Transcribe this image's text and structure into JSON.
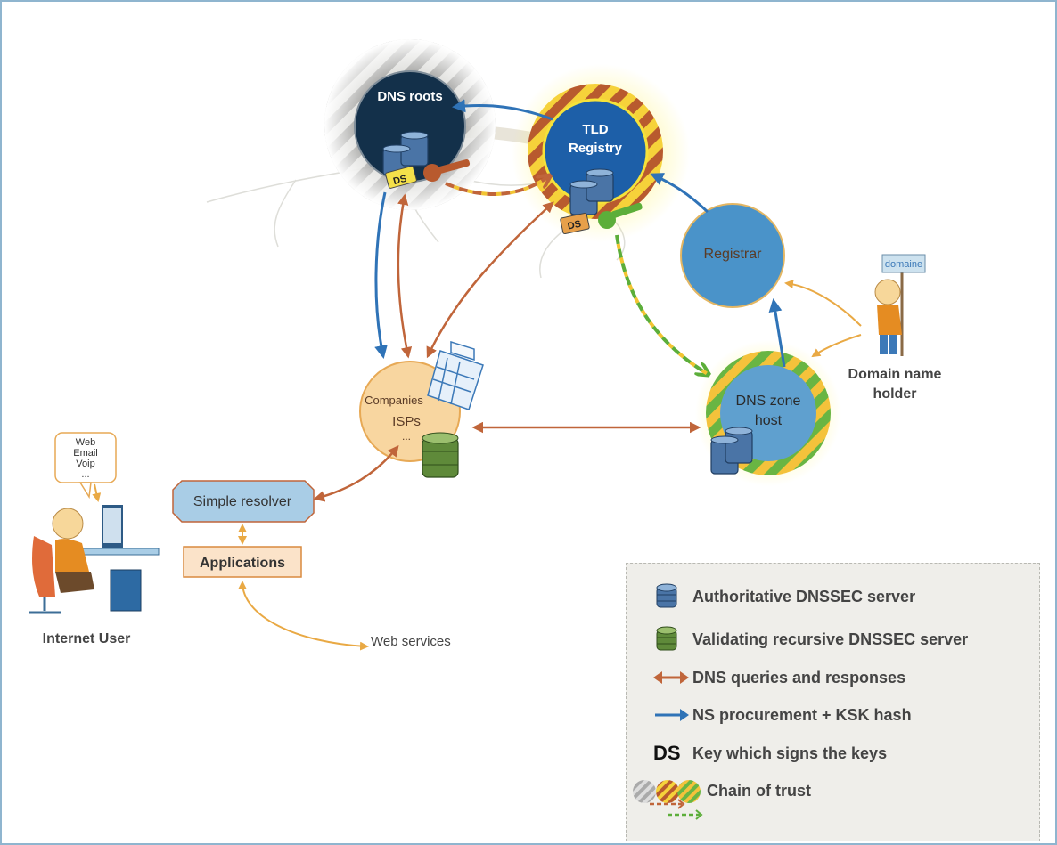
{
  "nodes": {
    "dns_roots": "DNS roots",
    "tld_line1": "TLD",
    "tld_line2": "Registry",
    "registrar": "Registrar",
    "zone_line1": "DNS zone",
    "zone_line2": "host",
    "companies": "Companies",
    "isps": "ISPs",
    "isps_more": "...",
    "simple_resolver": "Simple resolver",
    "applications": "Applications",
    "web_services": "Web services",
    "internet_user": "Internet User",
    "holder_line1": "Domain name",
    "holder_line2": "holder",
    "domaine_sign": "domaine",
    "ds_badge": "DS"
  },
  "user_bubble": [
    "Web",
    "Email",
    "Voip",
    "..."
  ],
  "legend": {
    "items": [
      {
        "icon": "blue-server-stack-icon",
        "label": "Authoritative DNSSEC server"
      },
      {
        "icon": "green-server-stack-icon",
        "label": "Validating recursive DNSSEC server"
      },
      {
        "icon": "orange-double-arrow-icon",
        "label": "DNS queries and responses"
      },
      {
        "icon": "blue-arrow-icon",
        "label": "NS procurement + KSK hash"
      },
      {
        "icon": "ds-icon",
        "label": "Key which signs the keys",
        "badge": "DS"
      },
      {
        "icon": "chain-of-trust-icon",
        "label": "Chain of trust"
      }
    ]
  },
  "colors": {
    "orange_arrow": "#c0653a",
    "blue_arrow": "#2f73b7",
    "holder_arrow": "#e9a944",
    "dns_roots_fill": "#13304a",
    "tld_fill": "#1d5fa8",
    "registrar_fill": "#4a93c9",
    "zone_fill": "#5fa0cf",
    "isp_fill": "#f8d6a0",
    "green_server": "#5f8a3a",
    "blue_server": "#4a74a6"
  }
}
